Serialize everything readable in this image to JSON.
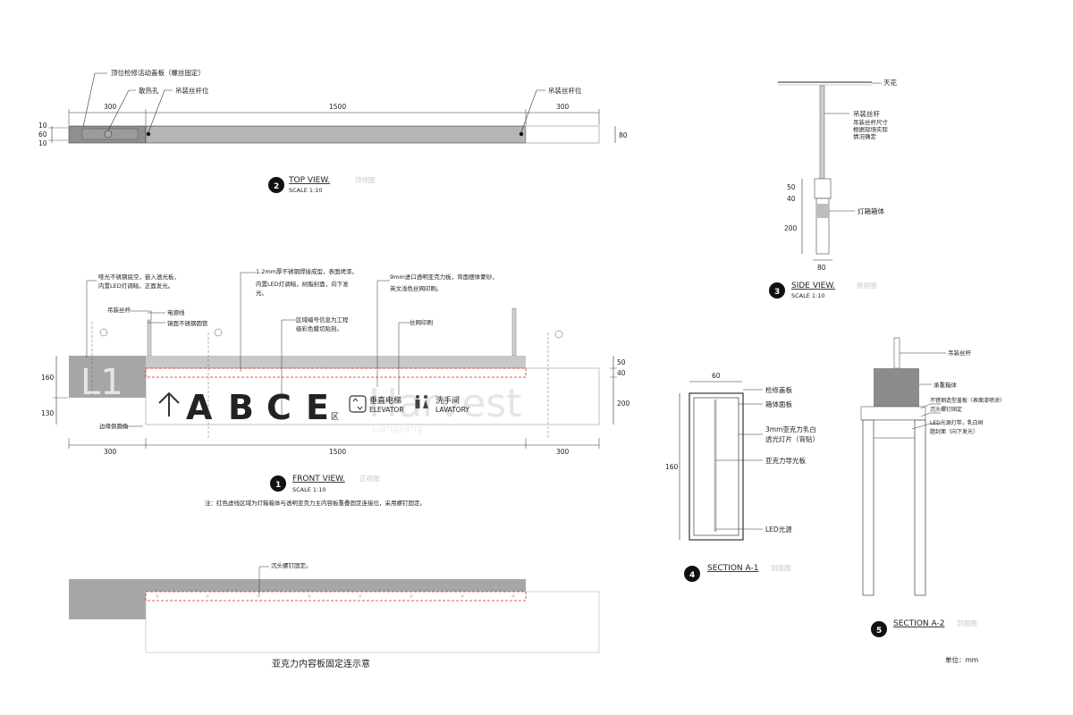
{
  "top_view": {
    "num": "2",
    "title": "TOP VIEW.",
    "title_cn": "顶视图",
    "scale": "SCALE 1:10",
    "labels": {
      "access_cover": "顶位检修活动盖板（螺丝固定）",
      "vent": "散热孔",
      "hanger_left": "吊装丝杆位",
      "hanger_right": "吊装丝杆位"
    },
    "dims": {
      "left": "300",
      "mid": "1500",
      "right": "300",
      "v1": "10",
      "v2": "60",
      "v3": "10",
      "depth": "80"
    }
  },
  "side_view": {
    "num": "3",
    "title": "SIDE VIEW.",
    "title_cn": "侧视图",
    "scale": "SCALE 1:10",
    "labels": {
      "ceiling": "天花",
      "rod": "吊装丝杆",
      "rod_note1": "吊装丝杆尺寸",
      "rod_note2": "根据现场实际",
      "rod_note3": "情况确定",
      "box": "灯箱箱体"
    },
    "dims": {
      "d50": "50",
      "d40": "40",
      "d200": "200",
      "w80": "80"
    }
  },
  "front_view": {
    "num": "1",
    "title": "FRONT VIEW.",
    "title_cn": "正视图",
    "scale": "SCALE 1:10",
    "note": "注：红色虚线区域为灯箱箱体与透明亚克力主内容板重叠固定连接位，采用螺钉固定。",
    "floor": "L1",
    "letters": [
      "A",
      "B",
      "C",
      "E"
    ],
    "letter_colors": [
      "#e8262b",
      "#e5297f",
      "#ef7d22",
      "#8cc63f"
    ],
    "zone": "区",
    "elevator_cn": "垂直电梯",
    "elevator_en": "ELEVATOR",
    "lavatory_cn": "洗手间",
    "lavatory_en": "LAVATORY",
    "watermark": "Harvest",
    "watermark2": "Liangjiang",
    "labels": {
      "frame1": "哑光不锈钢底空，嵌入透光板，",
      "frame2": "内置LED灯调暗，正面发光。",
      "rod": "吊装丝杆",
      "wire": "电源线",
      "pipe": "镜面不锈钢圆管",
      "steel1": "1.2mm厚不锈钢焊接成型，表面烤漆。",
      "steel2": "内置LED灯调暗，树脂封面，向下发",
      "steel3": "光。",
      "zone1": "区域编号信息为工程",
      "zone2": "级彩色膜切贴刻。",
      "acrylic1": "9mm进口透明亚克力板，背面摆体蒙砂，",
      "acrylic2": "英文浅色丝网印刷。",
      "print": "丝网印刷",
      "edge": "边缘倒圆角"
    },
    "dims": {
      "left": "300",
      "mid": "1500",
      "right": "300",
      "h160": "160",
      "h130": "130",
      "r50": "50",
      "r40": "40",
      "r200": "200"
    }
  },
  "fix_detail": {
    "label": "沉头螺钉固定。",
    "caption": "亚克力内容板固定连示意"
  },
  "section_a1": {
    "num": "4",
    "title": "SECTION  A-1",
    "title_cn": "剖面图",
    "labels": {
      "cover": "检修盖板",
      "panel": "箱体面板",
      "acrylic1": "3mm亚克力乳白",
      "acrylic2": "透光灯片（背贴）",
      "guide": "亚克力导光板",
      "led": "LED光源"
    },
    "dims": {
      "w60": "60",
      "h160": "160"
    }
  },
  "section_a2": {
    "num": "5",
    "title": "SECTION  A-2",
    "title_cn": "剖面图",
    "labels": {
      "rod": "吊装丝杆",
      "box": "承重箱体",
      "cover": "不锈钢造型盖板（表面漆喷涂）",
      "screw": "沉头螺钉固定",
      "led1": "LED光源灯带，乳白树",
      "led2": "脂封面（向下发光）"
    }
  },
  "unit": "单位：mm"
}
